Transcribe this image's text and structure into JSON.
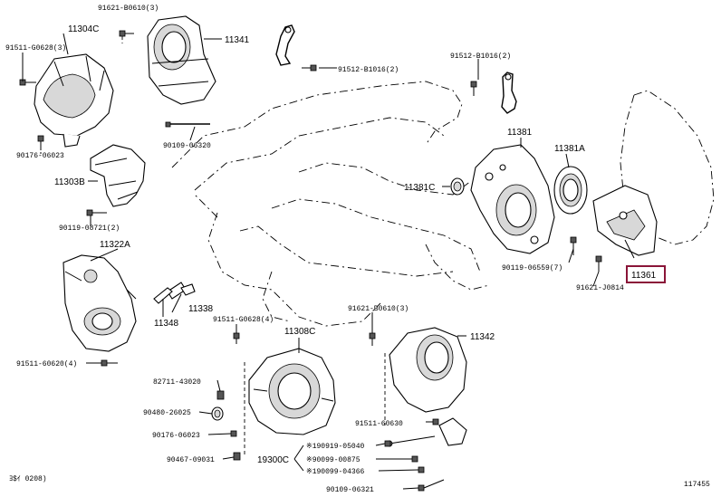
{
  "diagram": {
    "highlight_color": "#8a1538",
    "footer_left": "ﾖ$ｲ      0208)",
    "footer_right": "117455",
    "labels": {
      "p_91621_b0610_a": "91621-B0610(3)",
      "p_11304c": "11304C",
      "p_91511_g0628_a": "91511-G0628(3)",
      "p_11341": "11341",
      "p_91512_b1016_a": "91512-B1016(2)",
      "p_91512_b1016_b": "91512-B1016(2)",
      "p_90109_06320": "90109-06320",
      "p_90176_06023_a": "90176-06023",
      "p_11381": "11381",
      "p_11381a": "11381A",
      "p_11303b": "11303B",
      "p_11381c": "11381C",
      "p_90119_08721": "90119-08721(2)",
      "p_11322a": "11322A",
      "p_90119_06559": "90119-06559(7)",
      "p_11361": "11361",
      "p_91621_j0814": "91621-J0814",
      "p_11338": "11338",
      "p_11348": "11348",
      "p_91511_g0628_b": "91511-G0628(4)",
      "p_91621_b0610_b": "91621-B0610(3)",
      "p_11308c": "11308C",
      "p_11342": "11342",
      "p_91511_60620": "91511-60620(4)",
      "p_82711_43020": "82711-43020",
      "p_90480_26025": "90480-26025",
      "p_91511_60630": "91511-60630",
      "p_90176_06023_b": "90176-06023",
      "p_190919_05040": "※190919-05040",
      "p_90467_09031": "90467-09031",
      "p_19300c": "19300C",
      "p_90099_00875": "※90099-00875",
      "p_190099_04366": "※190099-04366",
      "p_90109_06321": "90109-06321"
    }
  }
}
